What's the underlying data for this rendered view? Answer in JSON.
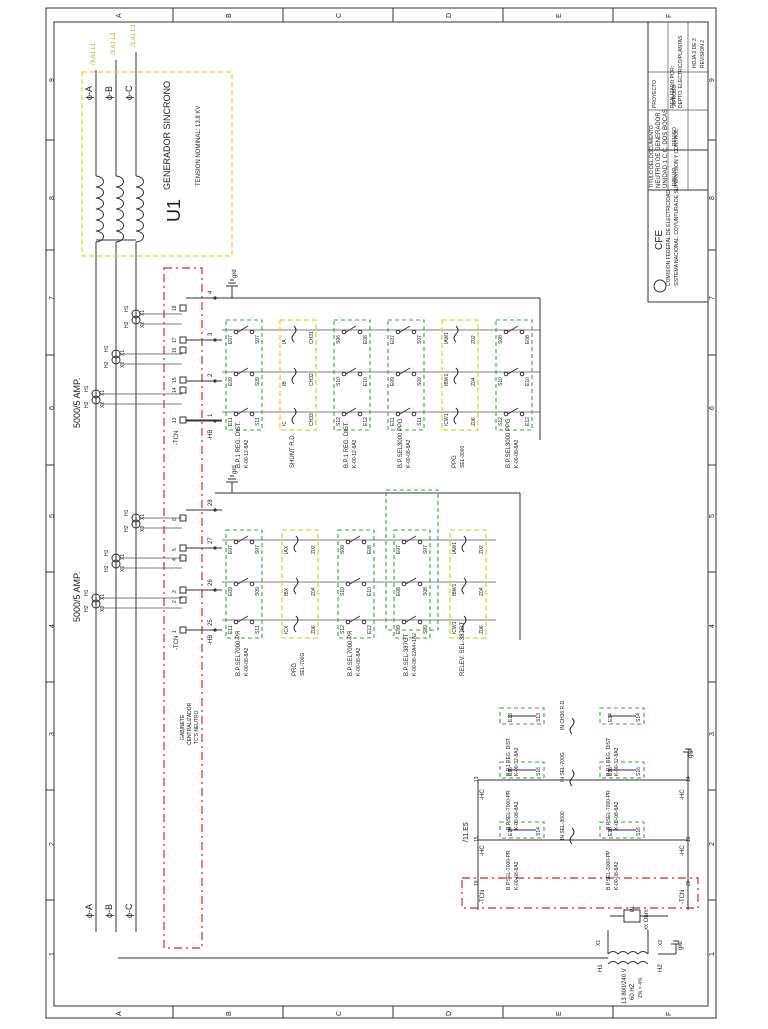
{
  "border": {
    "letters": [
      "A",
      "B",
      "C",
      "D",
      "E",
      "F"
    ],
    "numbers": [
      "9",
      "8",
      "7",
      "6",
      "5",
      "4",
      "3",
      "2",
      "1"
    ]
  },
  "generator": {
    "id": "U1",
    "name": "GENERADOR SINCRONO",
    "voltage": "TENSION NOMINAL: 13.8 KV",
    "phase_top": [
      "ϕ-A",
      "ϕ-B",
      "ϕ-C"
    ],
    "phase_bottom": [
      "ϕ-A",
      "ϕ-B",
      "ϕ-C"
    ],
    "phase_refs": [
      "/3.A1 L1",
      "/3.A1 L2",
      "/3.A1 L3"
    ]
  },
  "ct_groups": {
    "upper": {
      "rating": "5000/5 AMP."
    },
    "lower": {
      "rating": "5000/5 AMP."
    }
  },
  "cabinet": {
    "lines": [
      "GABINETE",
      "CENTRALIZADOR",
      "TC'S NEUTRO"
    ]
  },
  "ground": {
    "label": "grd"
  },
  "upper_terminals": {
    "nums": [
      "18",
      "17",
      "16",
      "15",
      "14",
      "13"
    ],
    "wires": [
      "4",
      "3",
      "2",
      "1"
    ],
    "neutral": "-TCN",
    "hb": "-HB"
  },
  "lower_terminals": {
    "nums": [
      "6",
      "5",
      "4",
      "3",
      "2",
      "1"
    ],
    "wires": [
      "28",
      "27",
      "26",
      "25"
    ],
    "neutral": "-TCN",
    "hb": "-HB"
  },
  "upper_devices": [
    {
      "code1": "B.P.1 REG. DIST.",
      "code2": "K-00-12-8A2",
      "terms": [
        "E07",
        "S07",
        "E09",
        "S09",
        "E11",
        "S11"
      ]
    },
    {
      "code1": "SHUNT R.D.",
      "code2": "",
      "terms": [
        "IA",
        "CH31",
        "IB",
        "CH32",
        "IC",
        "CH33"
      ]
    },
    {
      "code1": "B.P.1 REG. DIST.",
      "code2": "K-00-12-8A2",
      "terms": [
        "S06",
        "E06",
        "S10",
        "E10",
        "S12",
        "E12"
      ]
    },
    {
      "code1": "B.P.SEL3000 PPG",
      "code2": "K-00-08-8A2",
      "terms": [
        "E07",
        "S07",
        "E09",
        "S09",
        "E11",
        "S11"
      ]
    },
    {
      "code1": "PPG",
      "code2": "SEL-3000",
      "terms": [
        "IAW1",
        "Z02",
        "IBW1",
        "Z04",
        "ICW1",
        "Z06"
      ]
    },
    {
      "code1": "B.P.SEL3000 PPG",
      "code2": "K-00-08-8A2",
      "terms": [
        "S08",
        "E08",
        "S10",
        "E10",
        "S12",
        "E12"
      ]
    }
  ],
  "lower_devices": [
    {
      "code1": "B.P.SEL7000-PR",
      "code2": "K-00-08-8A2",
      "terms": [
        "E07",
        "S07",
        "E09",
        "S09",
        "E11",
        "S11"
      ]
    },
    {
      "code1": "PRG",
      "code2": "SEL-700G",
      "terms": [
        "IAX",
        "Z02",
        "IBX",
        "Z04",
        "ICX",
        "Z06"
      ]
    },
    {
      "code1": "B.P.SEL7000-PR",
      "code2": "K-00-08-8A2",
      "terms": [
        "S08",
        "E08",
        "S10",
        "E10",
        "S12",
        "E12"
      ]
    },
    {
      "code1": "B.P.SEL-387GT",
      "code2": "K-00-08-12A4+1A2",
      "terms": [
        "E07",
        "S07",
        "E08",
        "S08",
        "E09",
        "S09"
      ]
    },
    {
      "code1": "RELEV. SEL-387GT",
      "code2": "",
      "terms": [
        "IAW1",
        "Z02",
        "IBW1",
        "Z04",
        "ICW1",
        "Z06"
      ]
    }
  ],
  "neutral_section": {
    "ref": "/11.E5",
    "hc": "-HC",
    "terminals": [
      "13",
      "14",
      "15",
      "16",
      "19",
      "20"
    ],
    "devices": [
      {
        "code1": "B.P.1 REG. DIST.",
        "code2": "K-00-12-8A2",
        "terms": [
          "E13",
          "S13"
        ]
      },
      {
        "code1": "B.P.SEL-7000-PR",
        "code2": "K-00-08-8A2",
        "terms": [
          "E16",
          "S16"
        ]
      },
      {
        "code1": "B.P.SEL-7000-PR",
        "code2": "K-00-08-8A2",
        "terms": [
          "E14",
          "S14"
        ]
      },
      {
        "code1": "B.P.1 REG. DIST.",
        "code2": "K-00-12-8A2",
        "terms": [
          "E14",
          "S14"
        ]
      },
      {
        "code1": "B.P.SEL-7000-PR",
        "code2": "K-00-08-8A2",
        "terms": [
          "E16",
          "S16"
        ]
      },
      {
        "code1": "B.P.SEL-3000-PP",
        "code2": "K-00-08-8A2",
        "terms": [
          "E16",
          "S16"
        ]
      }
    ],
    "relay_labels": [
      "IN CH36 R.D.",
      "IN SEL-700G",
      "IN SEL-3000"
    ],
    "tcn": "-TCN"
  },
  "transformer": {
    "rating": [
      "13 800/240 V",
      "60 HZ",
      "Z% = 4%"
    ],
    "h1": "H1",
    "h2": "H2",
    "x1": "X1",
    "x2": "X2",
    "resistor": "RL",
    "resistor_value": "xx Ohm"
  },
  "title_block": {
    "company": "CFE",
    "company_full": "COMISION FEDERAL DE ELECTRICIDAD",
    "desc": "SISTEMA NACIONAL, COYUNTURA DE SUPERVISION Y CONTROL",
    "doc_title": [
      "TITULO DEL DOCUMENTO",
      "NEUTRO DE GENERADOR",
      "UNIDAD 1 C.C. DOS BOCAS"
    ],
    "project": "PROYECTO",
    "made_by": [
      "REALIZADO POR:",
      "DEPTO. ELECTRICO/PLANTAS"
    ],
    "fields": [
      "DIBUJO",
      "REVISO",
      "APROBO"
    ],
    "sheet": [
      "HOJA 2 DE 3",
      "REVISION 2"
    ]
  }
}
